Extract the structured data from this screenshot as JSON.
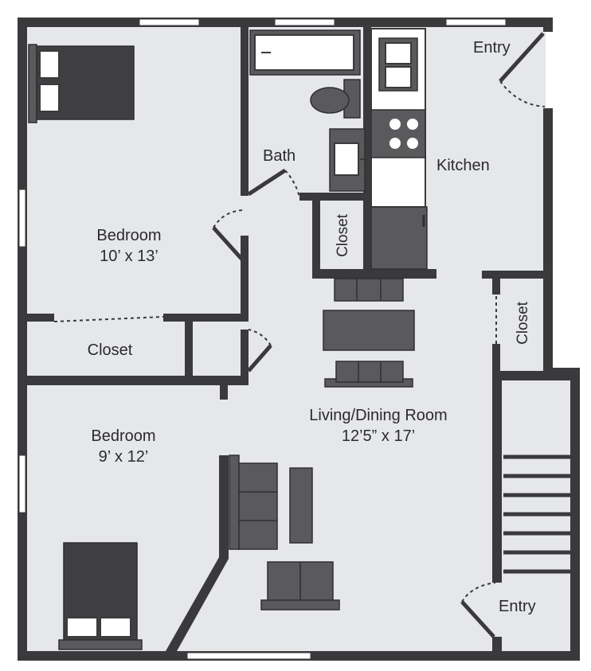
{
  "rooms": {
    "bedroom_top": {
      "name": "Bedroom",
      "size": "10’ x 13’"
    },
    "bedroom_bottom": {
      "name": "Bedroom",
      "size": "9’ x 12’"
    },
    "living": {
      "name": "Living/Dining Room",
      "size": "12’5” x 17’"
    },
    "bath": {
      "name": "Bath"
    },
    "kitchen": {
      "name": "Kitchen"
    },
    "closet_left": {
      "name": "Closet"
    },
    "closet_bath": {
      "name": "Closet"
    },
    "closet_right": {
      "name": "Closet"
    },
    "entry_top": {
      "name": "Entry"
    },
    "entry_bottom": {
      "name": "Entry"
    }
  }
}
